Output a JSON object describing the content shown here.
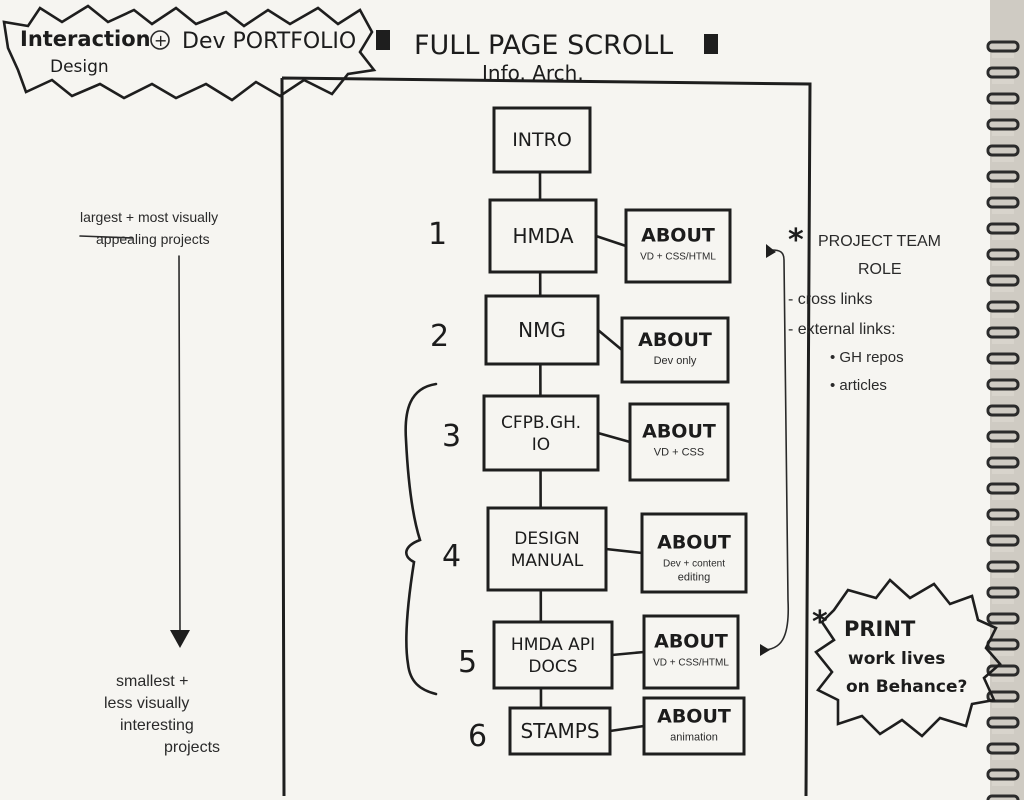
{
  "title": {
    "badge_line1": "Interaction",
    "badge_line2": "Design",
    "plus": "+",
    "dev_portfolio": "Dev PORTFOLIO",
    "main": "FULL PAGE SCROLL",
    "sub": "Info. Arch."
  },
  "intro": "INTRO",
  "rows": [
    {
      "num": "1",
      "name": [
        "HMDA"
      ],
      "about": "ABOUT",
      "detail": [
        "VD + CSS/HTML"
      ]
    },
    {
      "num": "2",
      "name": [
        "NMG"
      ],
      "about": "ABOUT",
      "detail": [
        "Dev only"
      ]
    },
    {
      "num": "3",
      "name": [
        "CFPB.GH.",
        "IO"
      ],
      "about": "ABOUT",
      "detail": [
        "VD + CSS"
      ]
    },
    {
      "num": "4",
      "name": [
        "DESIGN",
        "MANUAL"
      ],
      "about": "ABOUT",
      "detail": [
        "Dev + content",
        "editing"
      ]
    },
    {
      "num": "5",
      "name": [
        "HMDA API",
        "DOCS"
      ],
      "about": "ABOUT",
      "detail": [
        "VD + CSS/HTML"
      ]
    },
    {
      "num": "6",
      "name": [
        "STAMPS"
      ],
      "about": "ABOUT",
      "detail": [
        "animation"
      ]
    }
  ],
  "left_notes": {
    "top": [
      "largest + most visually",
      "appealing projects"
    ],
    "bottom": [
      "smallest +",
      "less visually",
      "interesting",
      "projects"
    ]
  },
  "right_notes": {
    "star": "*",
    "items": [
      "PROJECT TEAM",
      "ROLE",
      "- cross links",
      "- external links:",
      "• GH repos",
      "• articles"
    ]
  },
  "print_note": {
    "star": "*",
    "lines": [
      "PRINT",
      "work lives",
      "on Behance?"
    ]
  },
  "colors": {
    "ink": "#1e1e1e",
    "paper": "#f6f5f1",
    "spiral": "#2b2b2b"
  }
}
